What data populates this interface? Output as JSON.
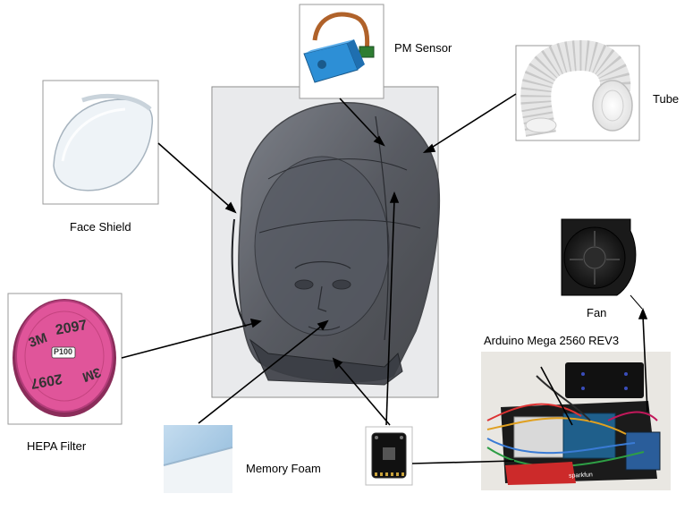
{
  "labels": {
    "pm_sensor": "PM Sensor",
    "tube": "Tube",
    "face_shield": "Face Shield",
    "fan": "Fan",
    "arduino": "Arduino Mega 2560 REV3",
    "hepa_filter": "HEPA Filter",
    "memory_foam": "Memory Foam"
  },
  "image_text": {
    "hepa_brand": "3M",
    "hepa_model": "2097",
    "hepa_rating": "P100",
    "board_brand": "sparkfun"
  },
  "colors": {
    "helmet": "#3c3f46",
    "hepa_pink": "#e0559a",
    "foam_blue": "#a9cbe4",
    "sensor_blue": "#2d8fd6",
    "board_red": "#cc2a2a",
    "connector_line": "#000000"
  }
}
